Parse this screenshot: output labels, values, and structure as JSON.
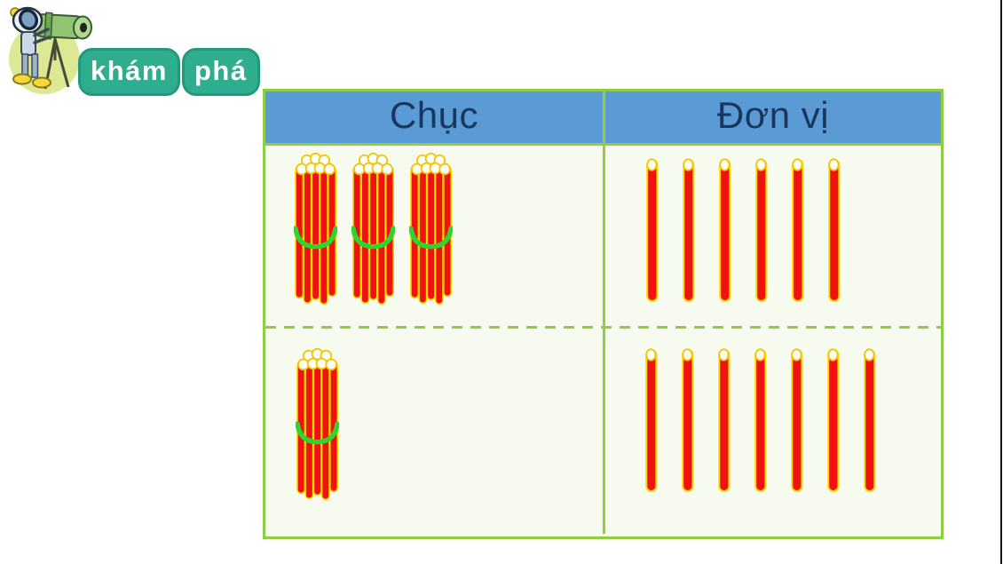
{
  "logo": {
    "word1": "khám",
    "word2": "phá"
  },
  "table": {
    "headers": [
      {
        "label": "Chục"
      },
      {
        "label": "Đơn vị"
      }
    ],
    "rows": [
      {
        "name": "row-top",
        "tens_bundles": 3,
        "unit_sticks": 6
      },
      {
        "name": "row-bottom",
        "tens_bundles": 1,
        "unit_sticks": 7
      }
    ]
  },
  "colors": {
    "header_bg": "#5B9BD5",
    "header_text": "#17375D",
    "grid_green": "#8FCE44",
    "cell_bg": "#F7FAEF",
    "stick_red": "#EE1212",
    "stick_outline": "#FFD800",
    "tip_fill": "#FFFFFF",
    "tip_stroke": "#F2C500",
    "band_green": "#2FD42F",
    "badge_teal": "#2FAE8F",
    "badge_teal_dark": "#22997C",
    "logo_circle": "#DCE893",
    "telescope_green": "#90C472",
    "edge_line": "#141414"
  }
}
